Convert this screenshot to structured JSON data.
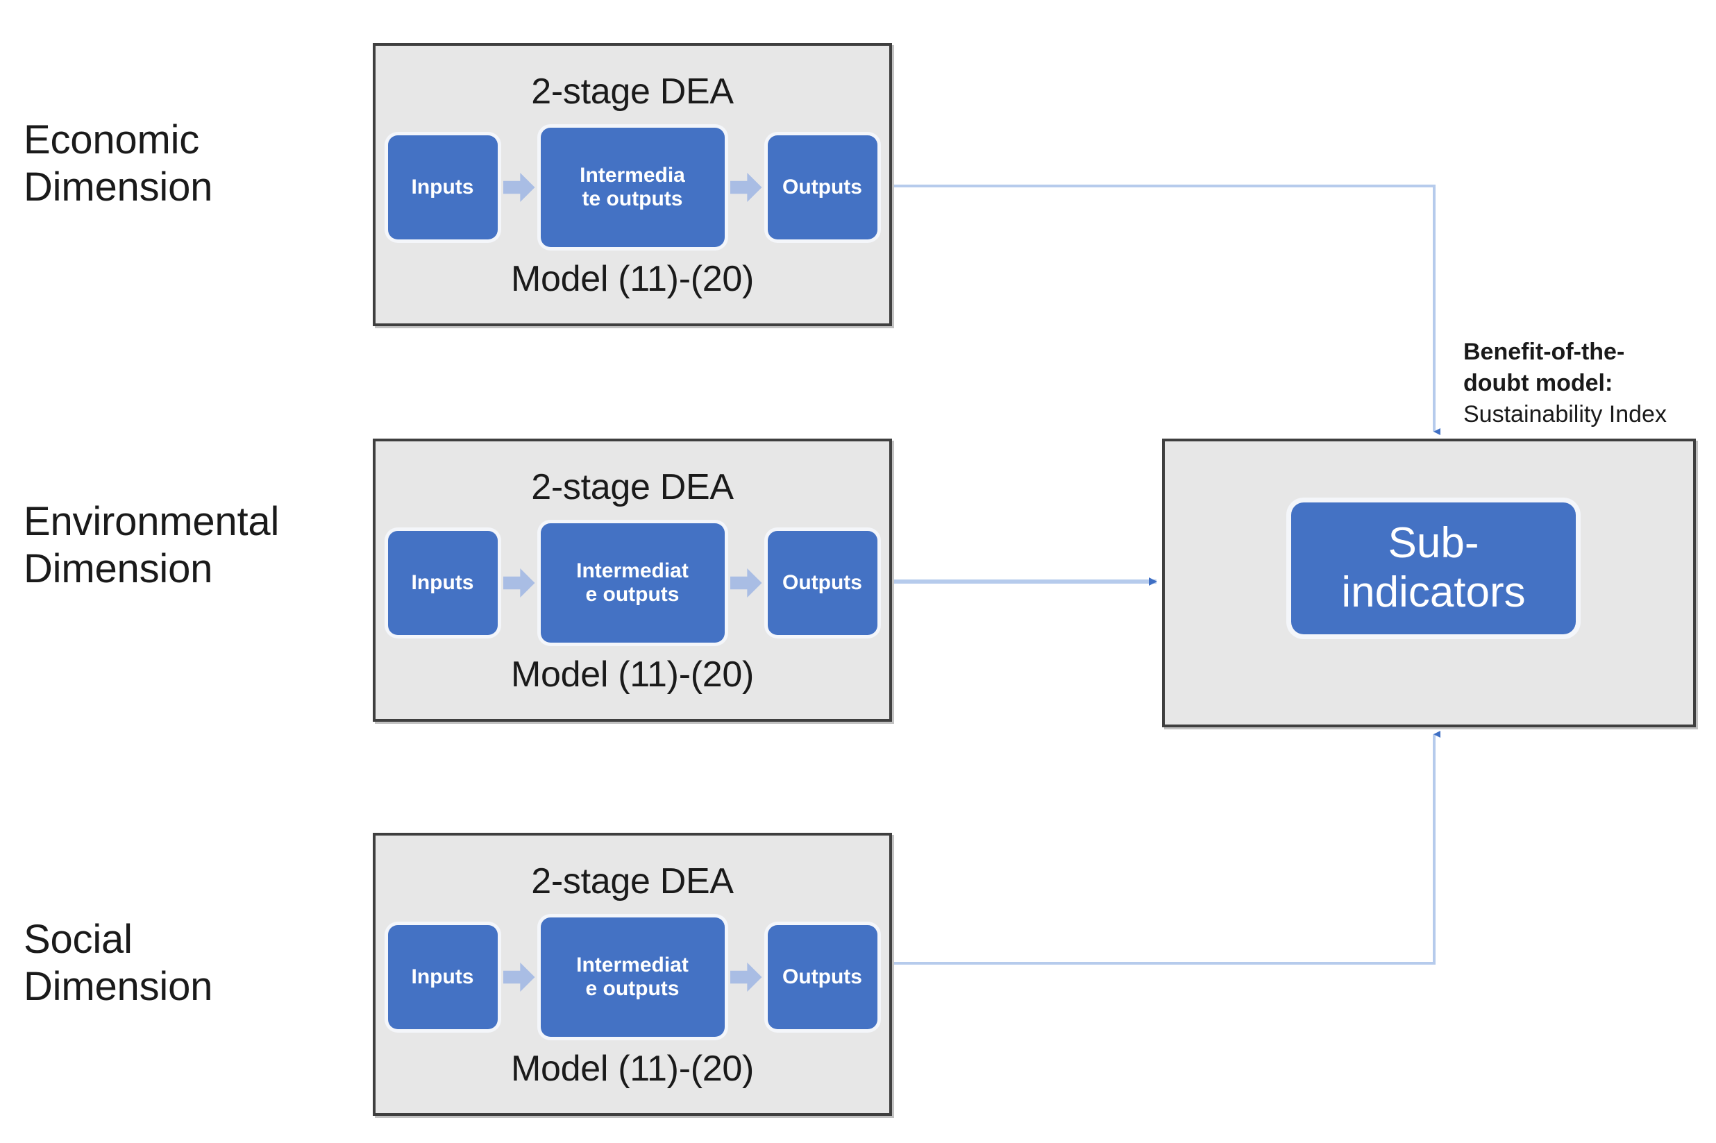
{
  "diagram": {
    "title_hidden": "",
    "colors": {
      "panel_fill": "#e7e7e7",
      "panel_border": "#3f3f3f",
      "node_blue": "#4472c4",
      "chevron_blue": "#a9bde4",
      "connector_blue": "#b6cbec",
      "arrowhead_blue": "#3f6fc4",
      "text_dark": "#1a1a1a",
      "node_text": "#ffffff"
    },
    "row_labels": [
      {
        "id": "economic",
        "text": "Economic\nDimension"
      },
      {
        "id": "environmental",
        "text": "Environmental\nDimension"
      },
      {
        "id": "social",
        "text": "Social\nDimension"
      }
    ],
    "panels": [
      {
        "id": "economic-panel",
        "title": "2-stage DEA",
        "footer": "Model (11)-(20)",
        "nodes": [
          {
            "id": "inputs",
            "label": "Inputs"
          },
          {
            "id": "intermediate-outputs",
            "label": "Intermedia\nte outputs"
          },
          {
            "id": "outputs",
            "label": "Outputs"
          }
        ]
      },
      {
        "id": "environmental-panel",
        "title": "2-stage DEA",
        "footer": "Model (11)-(20)",
        "nodes": [
          {
            "id": "inputs",
            "label": "Inputs"
          },
          {
            "id": "intermediate-outputs",
            "label": "Intermediat\ne outputs"
          },
          {
            "id": "outputs",
            "label": "Outputs"
          }
        ]
      },
      {
        "id": "social-panel",
        "title": "2-stage DEA",
        "footer": "Model (11)-(20)",
        "nodes": [
          {
            "id": "inputs",
            "label": "Inputs"
          },
          {
            "id": "intermediate-outputs",
            "label": "Intermediat\ne outputs"
          },
          {
            "id": "outputs",
            "label": "Outputs"
          }
        ]
      }
    ],
    "aggregate_panel": {
      "id": "sub-indicators-panel",
      "node_label": "Sub-\nindicators"
    },
    "annotation": {
      "bold_text": "Benefit-of-the-doubt model",
      "separator": ":",
      "rest_text": "Sustainability Index"
    }
  }
}
